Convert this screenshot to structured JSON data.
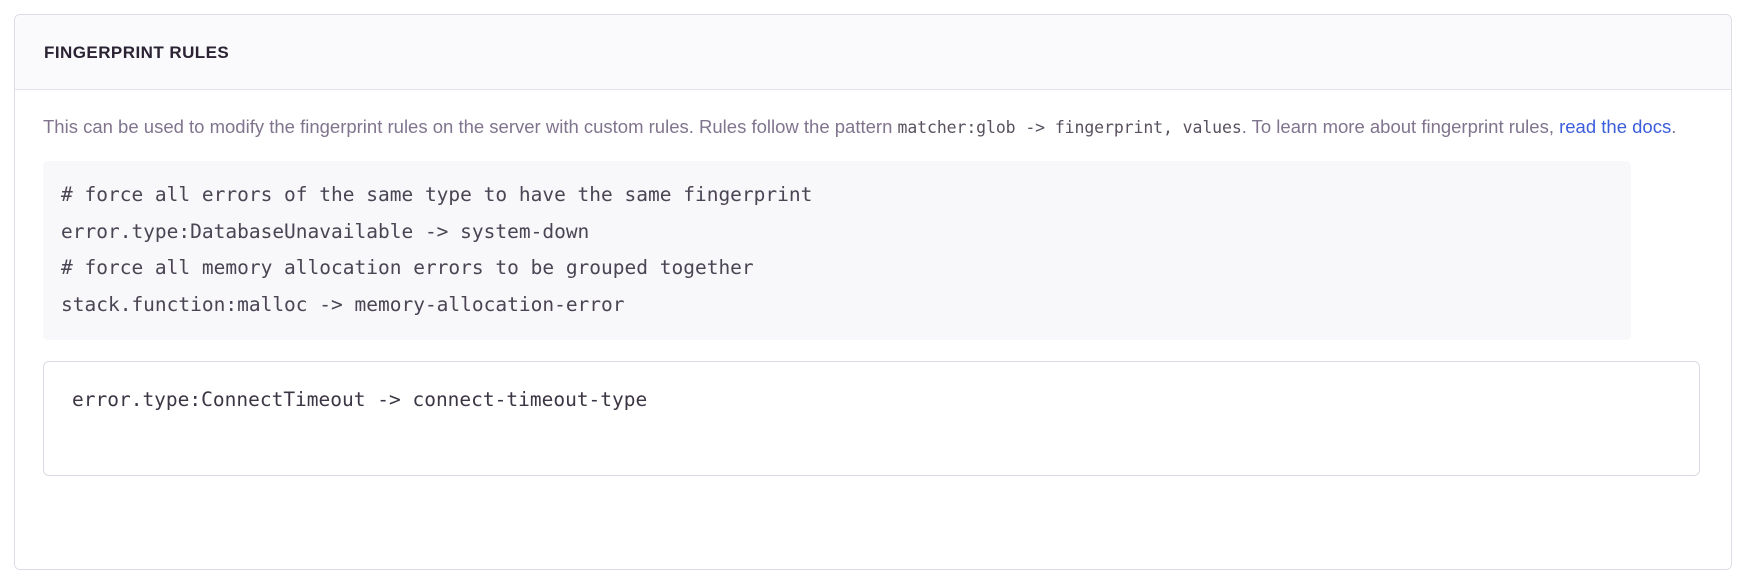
{
  "panel": {
    "title": "Fingerprint Rules",
    "description": {
      "part1": "This can be used to modify the fingerprint rules on the server with custom rules. Rules follow the pattern ",
      "code1": "matcher:glob -> fingerprint, values",
      "part2": ". To learn more about fingerprint rules, ",
      "link_label": "read the docs",
      "part3": "."
    },
    "example_code": "# force all errors of the same type to have the same fingerprint\nerror.type:DatabaseUnavailable -> system-down\n# force all memory allocation errors to be grouped together\nstack.function:malloc -> memory-allocation-error",
    "rules_input": {
      "value": "error.type:ConnectTimeout -> connect-timeout-type",
      "placeholder": "error.type:ConnectTimeout -> connect-timeout-type"
    }
  },
  "colors": {
    "panel_border": "#e0dce5",
    "header_bg": "#fafafc",
    "title_text": "#2b2233",
    "description_text": "#80748e",
    "link": "#3b5ddb",
    "code_bg": "#f8f8fb",
    "code_text": "#4a4453",
    "input_border": "#dedae4",
    "input_text": "#3c3544"
  }
}
